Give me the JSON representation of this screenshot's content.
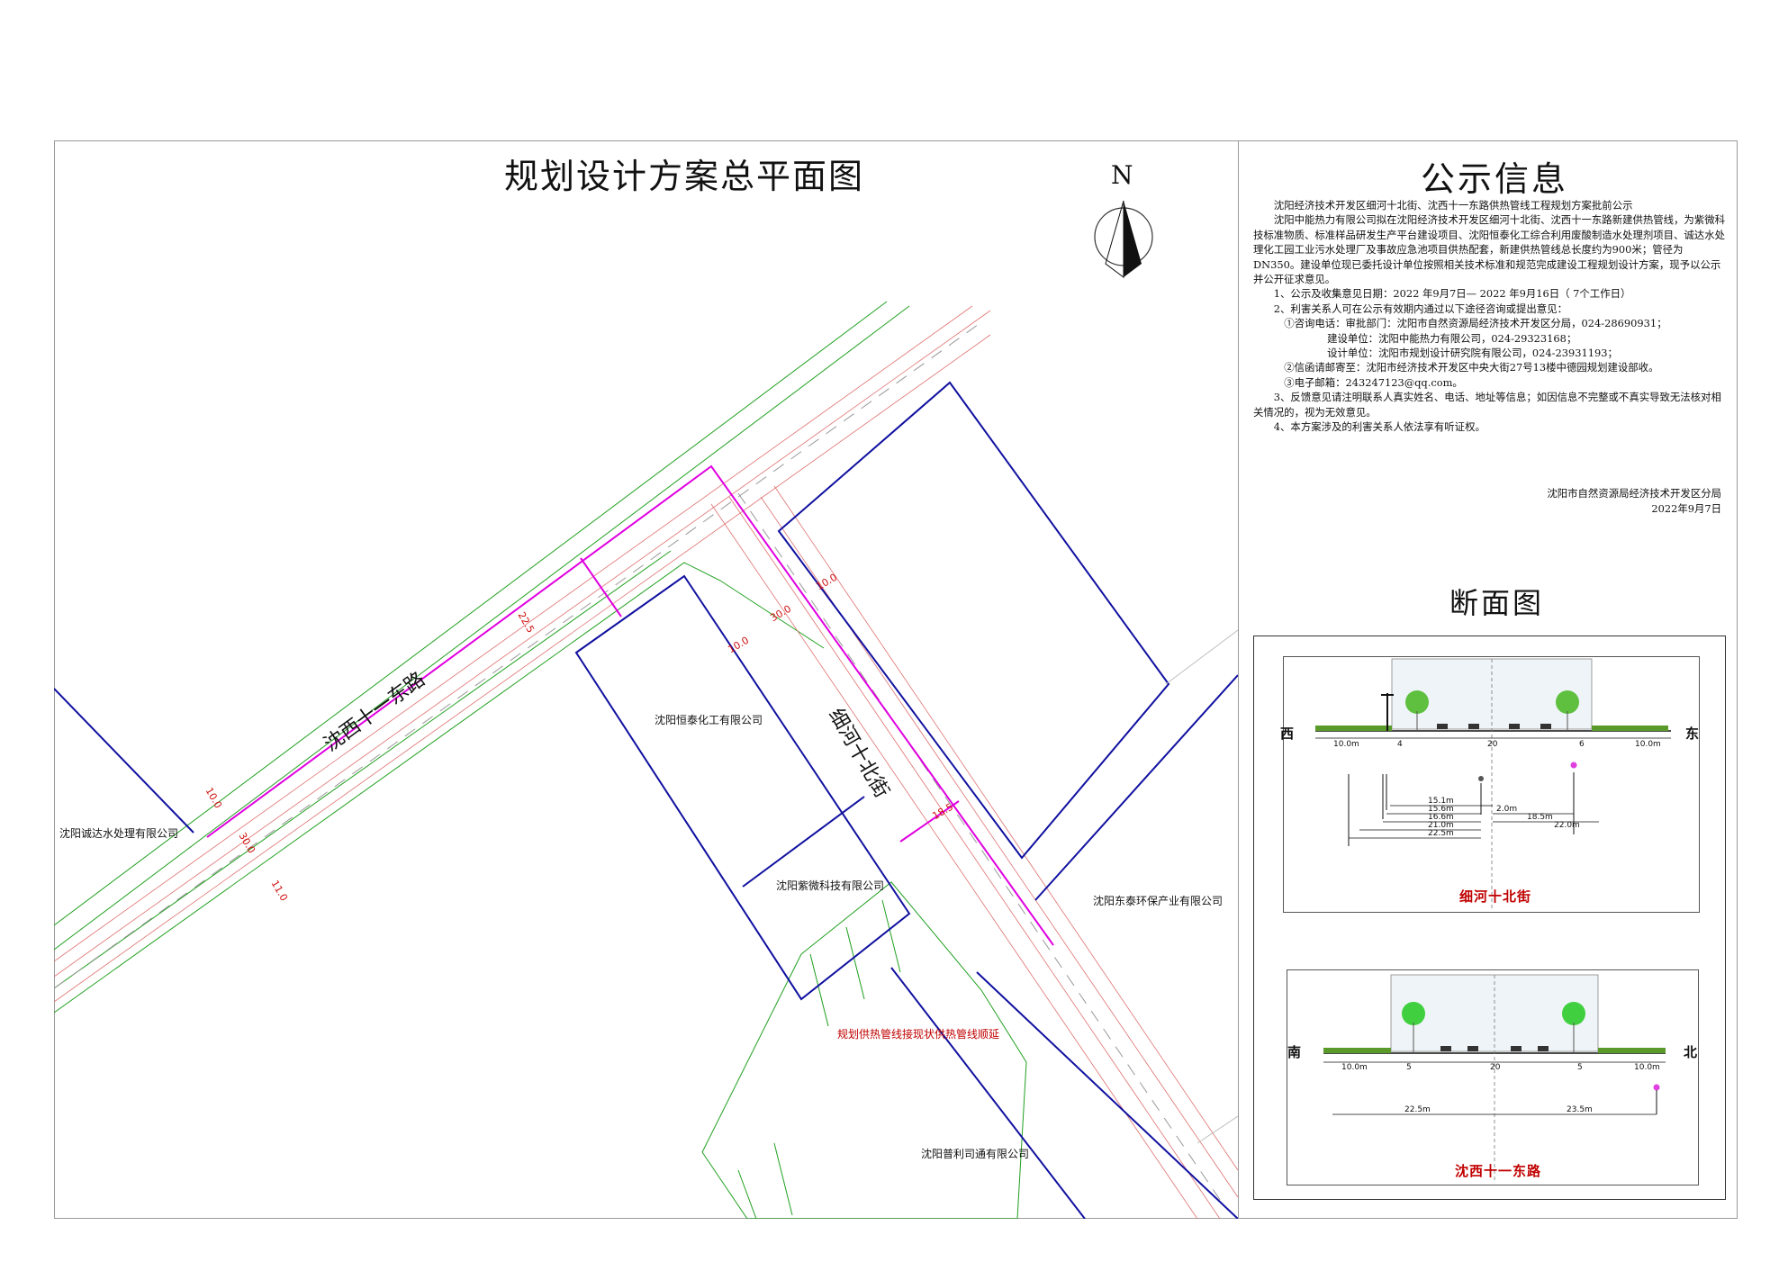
{
  "map": {
    "title": "规划设计方案总平面图",
    "north": "N",
    "roads": {
      "east_west": "沈西十一东路",
      "north_south": "细河十北街"
    },
    "companies": [
      "沈阳恒泰化工有限公司",
      "沈阳紫微科技有限公司",
      "沈阳诚达水处理有限公司",
      "沈阳东泰环保产业有限公司",
      "沈阳普利司通有限公司"
    ],
    "note": "规划供热管线接现状供热管线顺延",
    "dimensions": {
      "d1": "10.0",
      "d2": "30.0",
      "d3": "10.0",
      "d4": "22.5",
      "d5": "18.5",
      "d6": "10.0",
      "d7": "30.0",
      "d8": "11.0"
    },
    "colors": {
      "parcel": "#1010a0",
      "road_edge": "#e05050",
      "green": "#20a020",
      "pipeline": "#e000e0"
    }
  },
  "notice": {
    "title": "公示信息",
    "subject": "沈阳经济技术开发区细河十北街、沈西十一东路供热管线工程规划方案批前公示",
    "intro": "沈阳中能热力有限公司拟在沈阳经济技术开发区细河十北街、沈西十一东路新建供热管线，为紫微科技标准物质、标准样品研发生产平台建设项目、沈阳恒泰化工综合利用废酸制造水处理剂项目、诚达水处理化工园工业污水处理厂及事故应急池项目供热配套，新建供热管线总长度约为900米；管径为DN350。建设单位现已委托设计单位按照相关技术标准和规范完成建设工程规划设计方案，现予以公示并公开征求意见。",
    "item1": "1、公示及收集意见日期：2022 年9月7日— 2022 年9月16日（ 7个工作日）",
    "item2": "2、利害关系人可在公示有效期内通过以下途径咨询或提出意见：",
    "contact1": "①咨询电话：审批部门：沈阳市自然资源局经济技术开发区分局，024-28690931；",
    "contact2": "建设单位：沈阳中能热力有限公司，024-29323168；",
    "contact3": "设计单位：沈阳市规划设计研究院有限公司，024-23931193；",
    "mail": "②信函请邮寄至：沈阳市经济技术开发区中央大街27号13楼中德园规划建设部收。",
    "email": "③电子邮箱：243247123@qq.com。",
    "item3": "3、反馈意见请注明联系人真实姓名、电话、地址等信息；如因信息不完整或不真实导致无法核对相关情况的，视为无效意见。",
    "item4": "4、本方案涉及的利害关系人依法享有听证权。",
    "issuer": "沈阳市自然资源局经济技术开发区分局",
    "date": "2022年9月7日"
  },
  "sections": {
    "title": "断面图",
    "s1": {
      "caption": "细河十北街",
      "west": "西",
      "east": "东",
      "top_widths": [
        "10.0m",
        "4",
        "20",
        "6",
        "10.0m"
      ],
      "offsets": [
        "15.1m",
        "15.6m",
        "16.6m",
        "21.0m",
        "22.5m",
        "2.0m",
        "18.5m",
        "22.0m"
      ]
    },
    "s2": {
      "caption": "沈西十一东路",
      "south": "南",
      "north": "北",
      "top_widths": [
        "10.0m",
        "5",
        "20",
        "5",
        "10.0m"
      ],
      "offsets": [
        "22.5m",
        "23.5m"
      ]
    }
  }
}
